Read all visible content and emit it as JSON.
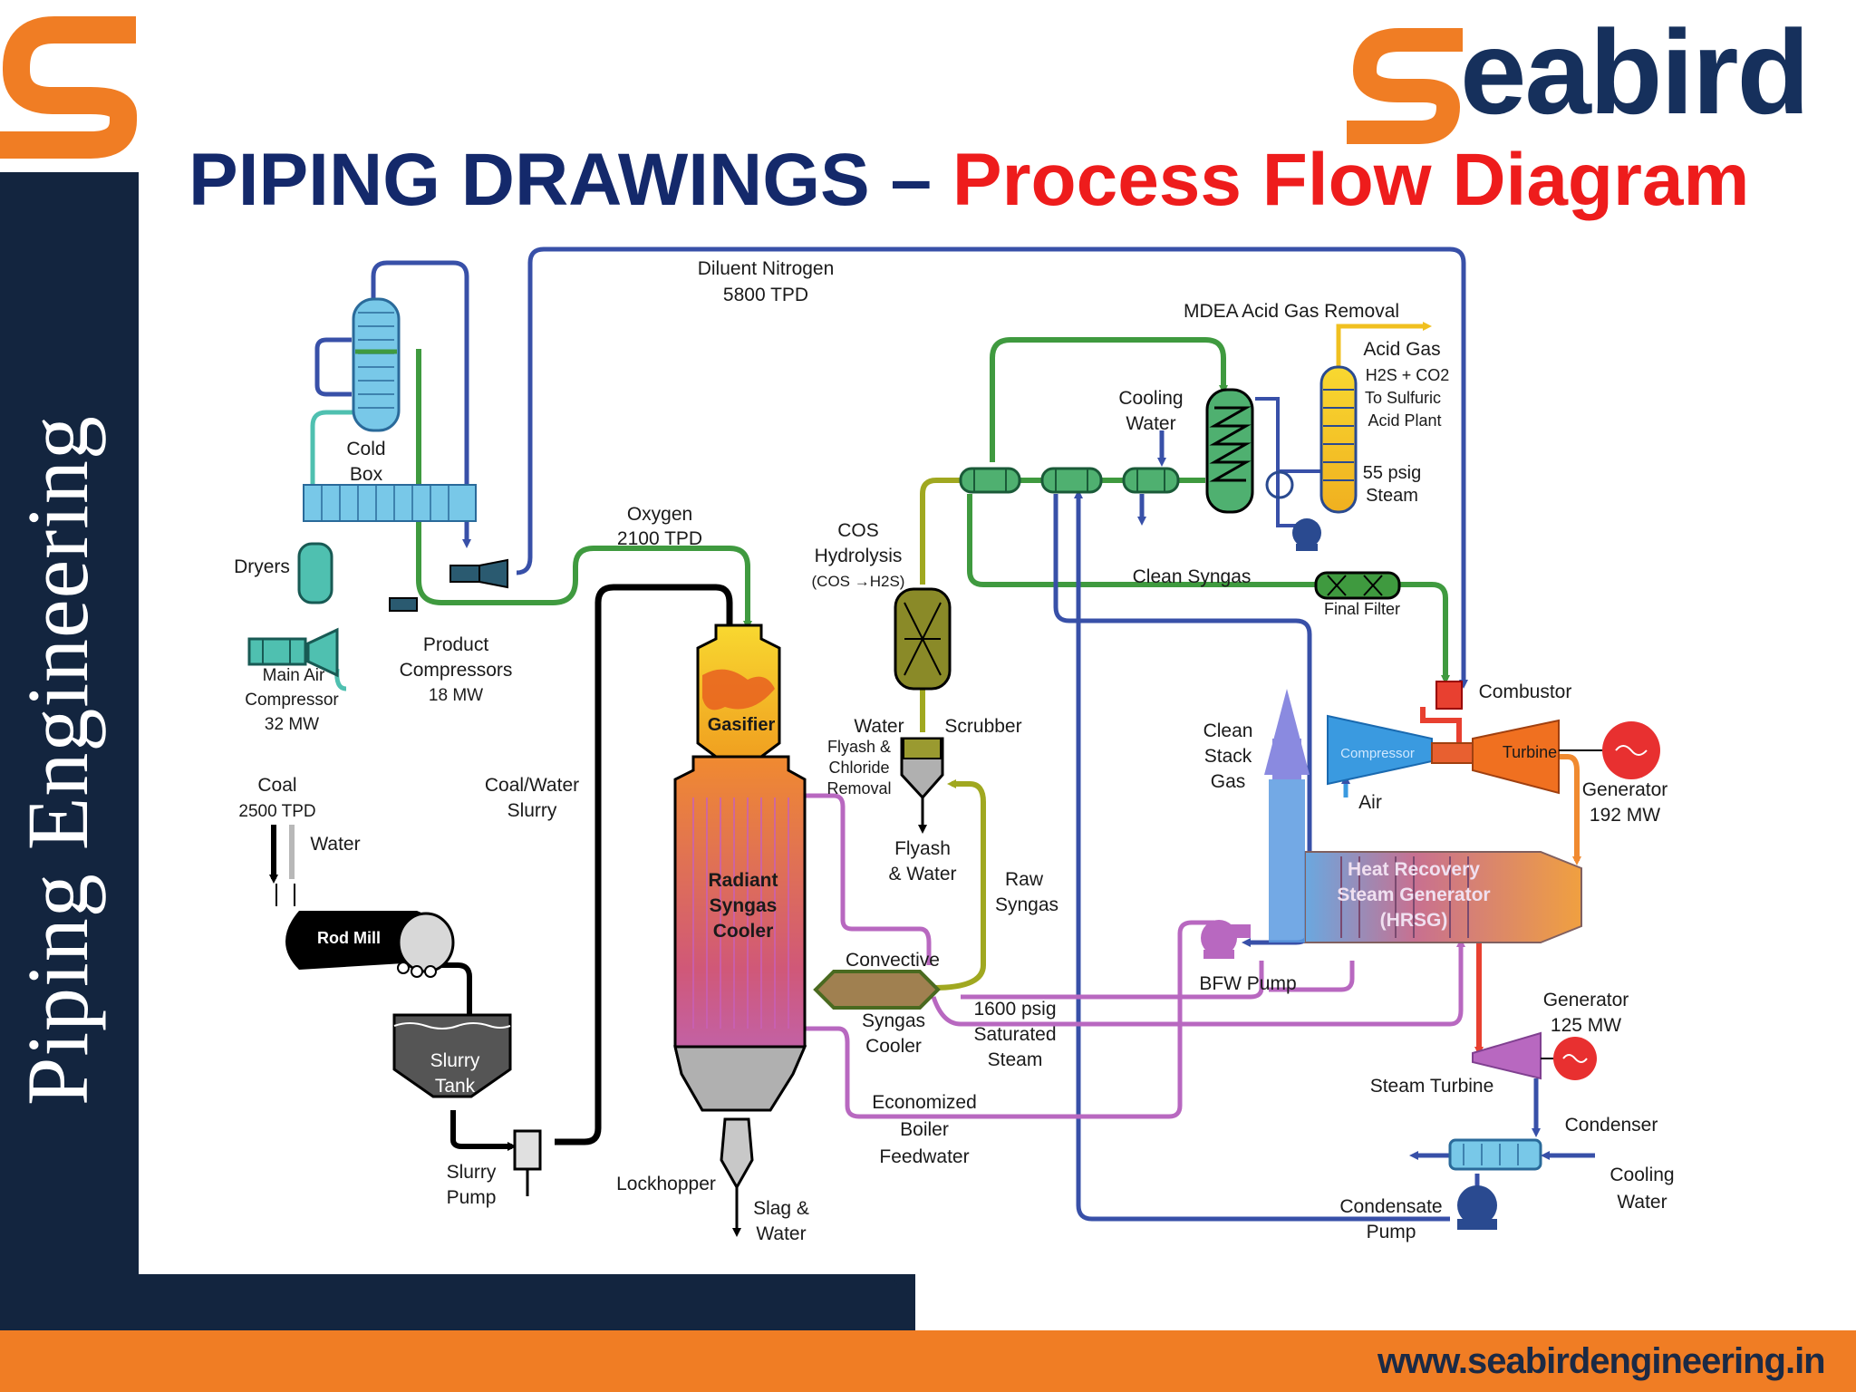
{
  "title": {
    "part1": "PIPING DRAWINGS – ",
    "part2": "Process Flow Diagram"
  },
  "brand": {
    "name": "eabird"
  },
  "sidebar": {
    "label": "Piping Engineering"
  },
  "footer": {
    "url": "www.seabirdengineering.in"
  },
  "colors": {
    "navy": "#13253f",
    "orange": "#f07d24",
    "title_blue": "#14296b",
    "title_red": "#ee1c1c"
  },
  "labels": {
    "diluent_nitrogen": "Diluent Nitrogen",
    "diluent_rate": "5800 TPD",
    "mdea": "MDEA Acid Gas Removal",
    "acid_gas": "Acid Gas",
    "h2s_co2": "H2S + CO2",
    "to_sulfuric": "To Sulfuric",
    "acid_plant": "Acid Plant",
    "psig55": "55 psig",
    "steam": "Steam",
    "cooling_water_top_1": "Cooling",
    "cooling_water_top_2": "Water",
    "cold": "Cold",
    "box": "Box",
    "oxygen": "Oxygen",
    "oxygen_rate": "2100 TPD",
    "cos": "COS",
    "hydrolysis": "Hydrolysis",
    "cos_eq": "(COS →H2S)",
    "dryers": "Dryers",
    "clean_syngas": "Clean Syngas",
    "final_filter": "Final Filter",
    "product": "Product",
    "compressors": "Compressors",
    "product_mw": "18 MW",
    "main_air": "Main Air",
    "compressor": "Compressor",
    "main_air_mw": "32 MW",
    "combustor": "Combustor",
    "gasifier": "Gasifier",
    "water_scrubber_1": "Water",
    "water_scrubber_2": "Scrubber",
    "flyash_1": "Flyash &",
    "flyash_2": "Chloride",
    "flyash_3": "Removal",
    "clean": "Clean",
    "stack": "Stack",
    "gas": "Gas",
    "gt_compressor": "Compressor",
    "turbine": "Turbine",
    "generator1": "Generator",
    "generator1_mw": "192 MW",
    "air": "Air",
    "coal": "Coal",
    "coal_rate": "2500 TPD",
    "coal_water_1": "Coal/Water",
    "coal_water_2": "Slurry",
    "water": "Water",
    "flyash_water_1": "Flyash",
    "flyash_water_2": "& Water",
    "raw_1": "Raw",
    "raw_2": "Syngas",
    "radiant_1": "Radiant",
    "radiant_2": "Syngas",
    "radiant_3": "Cooler",
    "hrsg_1": "Heat Recovery",
    "hrsg_2": "Steam Generator",
    "hrsg_3": "(HRSG)",
    "rod_mill": "Rod Mill",
    "convective": "Convective",
    "bfw_pump": "BFW Pump",
    "syngas_cooler_1": "Syngas",
    "syngas_cooler_2": "Cooler",
    "psig1600": "1600 psig",
    "saturated": "Saturated",
    "sat_steam": "Steam",
    "generator2": "Generator",
    "generator2_mw": "125 MW",
    "slurry_tank_1": "Slurry",
    "slurry_tank_2": "Tank",
    "steam_turbine": "Steam Turbine",
    "economized_1": "Economized",
    "economized_2": "Boiler",
    "economized_3": "Feedwater",
    "condenser": "Condenser",
    "cooling_water_bottom_1": "Cooling",
    "cooling_water_bottom_2": "Water",
    "slurry_pump_1": "Slurry",
    "slurry_pump_2": "Pump",
    "lockhopper": "Lockhopper",
    "slag_1": "Slag &",
    "slag_2": "Water",
    "condensate_1": "Condensate",
    "condensate_2": "Pump"
  }
}
